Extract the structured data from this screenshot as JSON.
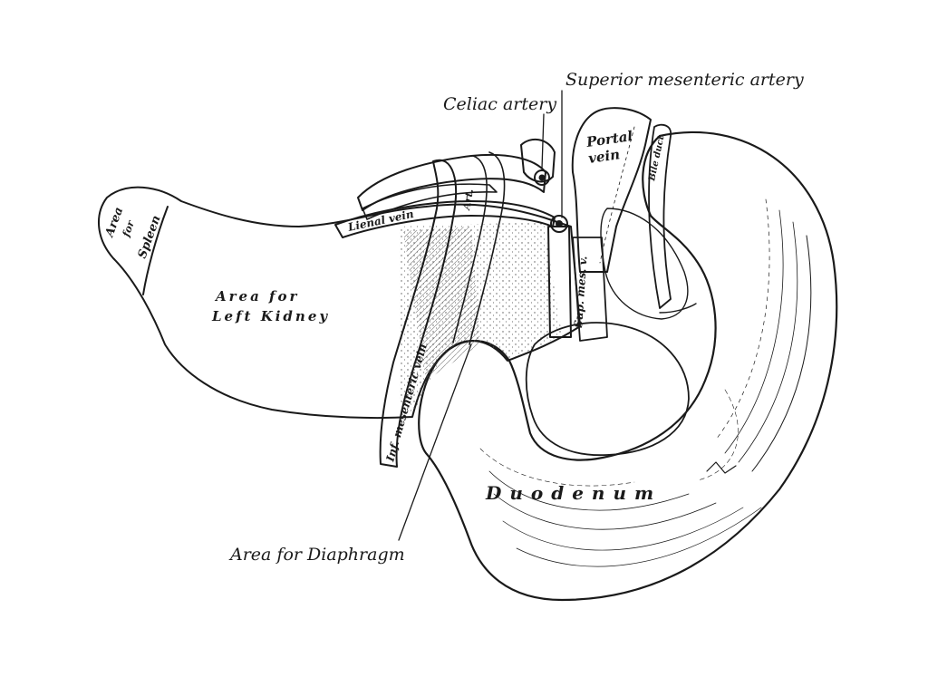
{
  "colors": {
    "ink": "#1a1a1a",
    "paper": "#ffffff",
    "tissue": "#f7f7f7"
  },
  "labels": {
    "superior_mesenteric_artery": "Superior mesenteric artery",
    "celiac_artery": "Celiac artery",
    "portal_vein_1": "Portal",
    "portal_vein_2": "vein",
    "lienal_vein": "Lienal vein",
    "area_spleen_1": "Area",
    "area_spleen_2": "for",
    "area_spleen_3": "Spleen",
    "area_left_kidney_1": "Area for",
    "area_left_kidney_2": "Left Kidney",
    "inf_mesenteric_vein": "Inf. mesenteric vein",
    "art": "Art.",
    "sup_mes_v": "Sup. mes. v.",
    "bile_duct": "Bile duct",
    "duodenum": "Duodenum",
    "area_for_diaphragm": "Area for Diaphragm"
  }
}
